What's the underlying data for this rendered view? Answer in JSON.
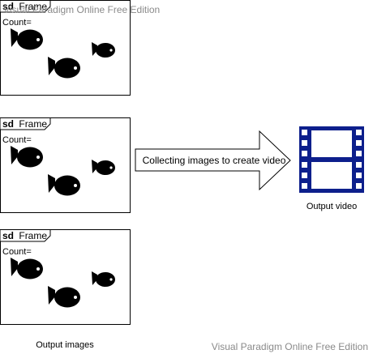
{
  "watermark": "Visual Paradigm Online Free Edition",
  "frame": {
    "keyword": "sd",
    "name": "Frame",
    "count_label": "Count="
  },
  "arrow_text": "Collecting images to create video",
  "output_video_label": "Output video",
  "output_images_label": "Output images",
  "icons": {
    "video": "film-strip-icon",
    "fish": "fish-icon"
  },
  "colors": {
    "video_icon": "#0d1f8c",
    "fish": "#000000",
    "frame_border": "#000000",
    "watermark": "#8a8a8a"
  }
}
